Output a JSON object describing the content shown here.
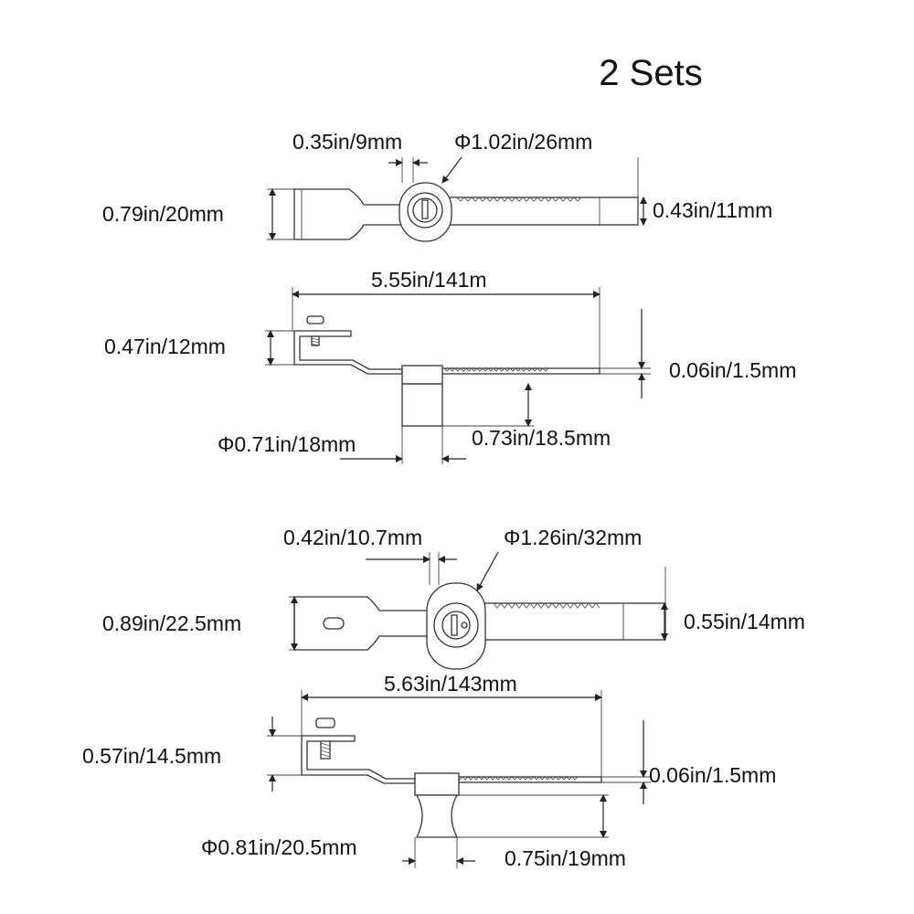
{
  "title": "2 Sets",
  "set1": {
    "top_view": {
      "dim_key_width": "0.35in/9mm",
      "dim_cylinder_diameter": "Φ1.02in/26mm",
      "dim_head_width": "0.79in/20mm",
      "dim_bar_width": "0.43in/11mm"
    },
    "side_view": {
      "dim_length": "5.55in/141m",
      "dim_hook_height": "0.47in/12mm",
      "dim_thickness": "0.06in/1.5mm",
      "dim_body_diameter": "Φ0.71in/18mm",
      "dim_body_height": "0.73in/18.5mm"
    }
  },
  "set2": {
    "top_view": {
      "dim_key_width": "0.42in/10.7mm",
      "dim_cylinder_diameter": "Φ1.26in/32mm",
      "dim_head_width": "0.89in/22.5mm",
      "dim_bar_width": "0.55in/14mm"
    },
    "side_view": {
      "dim_length": "5.63in/143mm",
      "dim_hook_height": "0.57in/14.5mm",
      "dim_thickness": "0.06in/1.5mm",
      "dim_body_diameter": "Φ0.81in/20.5mm",
      "dim_body_height": "0.75in/19mm"
    }
  }
}
